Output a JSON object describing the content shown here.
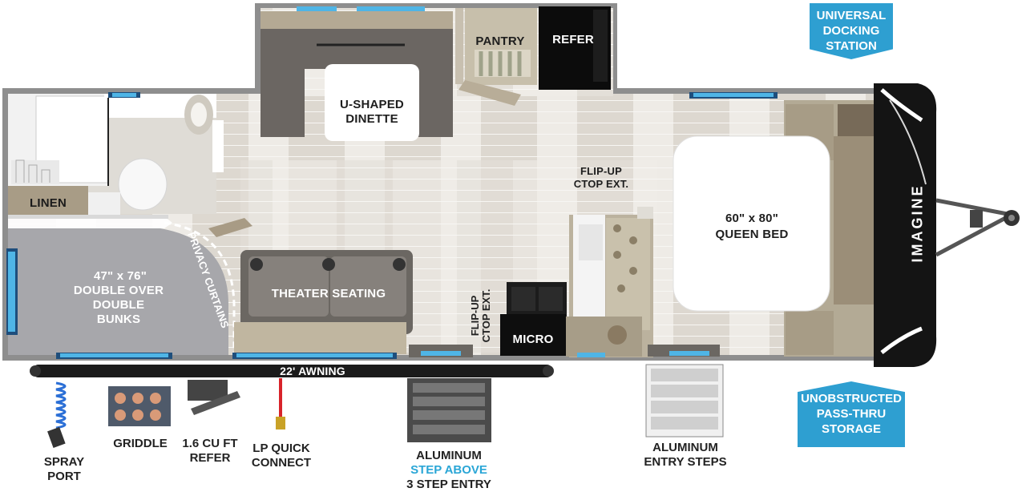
{
  "rooms": {
    "dinette": "U-SHAPED\nDINETTE",
    "pantry": "PANTRY",
    "refer": "REFER",
    "linen": "LINEN",
    "bunks_size": "47\" x 76\"",
    "bunks_label": "DOUBLE OVER DOUBLE\nBUNKS",
    "privacy_curtains": "PRIVACY CURTAINS",
    "theater_seating": "THEATER SEATING",
    "flip_up_top": "FLIP-UP\nCTOP EXT.",
    "flip_up_side": "FLIP-UP\nCTOP EXT.",
    "micro": "MICRO",
    "bed_size": "60\" x 80\"",
    "bed_label": "QUEEN BED",
    "brand_mark": "IMAGINE"
  },
  "exterior": {
    "awning": "22' AWNING",
    "spray_port": "SPRAY\nPORT",
    "griddle": "GRIDDLE",
    "outdoor_refer": "1.6 CU FT\nREFER",
    "lp_connect": "LP QUICK\nCONNECT",
    "step_line1": "ALUMINUM",
    "step_line2": "STEP ABOVE",
    "step_line3": "3 STEP ENTRY",
    "entry_steps": "ALUMINUM\nENTRY STEPS"
  },
  "badges": {
    "docking": "UNIVERSAL\nDOCKING\nSTATION",
    "storage": "UNOBSTRUCTED\nPASS-THRU\nSTORAGE"
  },
  "colors": {
    "badge": "#2e9fd1",
    "floor": "#e8e4de",
    "wall": "#9a9a9a",
    "cabinet": "#a89a84",
    "bunk": "#a8a8ac",
    "accent_blue": "#2aa6d6"
  }
}
